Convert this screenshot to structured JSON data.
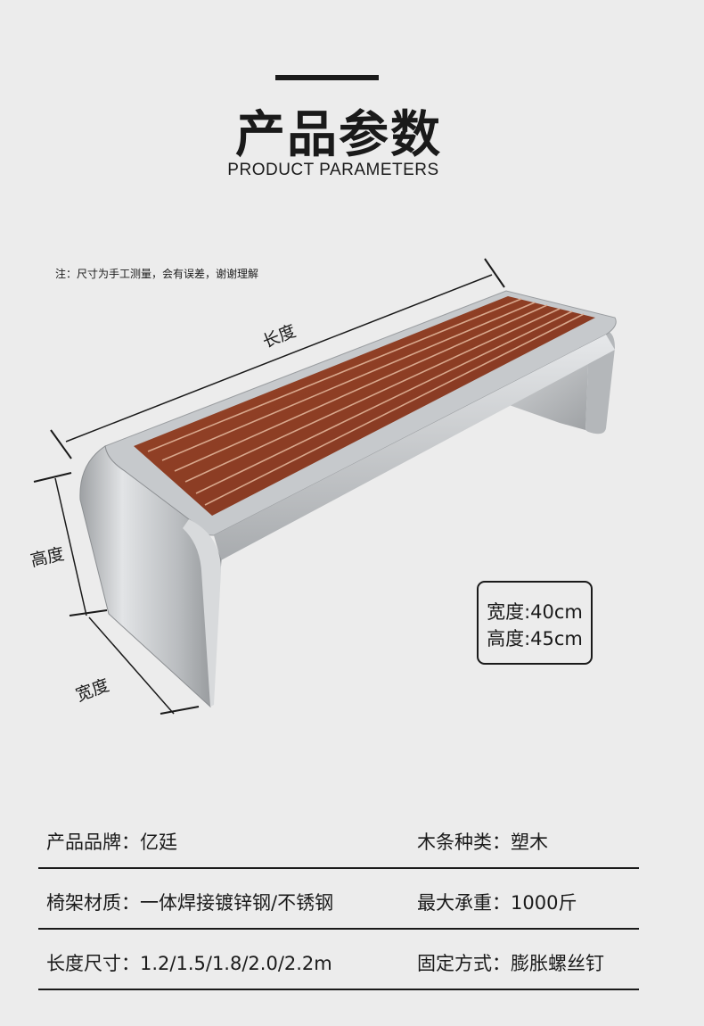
{
  "header": {
    "title": "产品参数",
    "subtitle": "PRODUCT PARAMETERS"
  },
  "note": "注：尺寸为手工测量，会有误差，谢谢理解",
  "dimensions": {
    "length_label": "长度",
    "height_label": "高度",
    "width_label": "宽度"
  },
  "spec_box": {
    "width_line": "宽度:40cm",
    "height_line": "高度:45cm"
  },
  "params": [
    {
      "left_label": "产品品牌：",
      "left_value": "亿廷",
      "right_label": "木条种类：",
      "right_value": "塑木"
    },
    {
      "left_label": "椅架材质：",
      "left_value": "一体焊接镀锌钢/不锈钢",
      "right_label": "最大承重：",
      "right_value": "1000斤"
    },
    {
      "left_label": "长度尺寸：",
      "left_value": "1.2/1.5/1.8/2.0/2.2m",
      "right_label": "固定方式：",
      "right_value": "膨胀螺丝钉"
    }
  ],
  "colors": {
    "wood": "#8a3b22",
    "steel": "#c9cbcd",
    "background": "#ececec"
  }
}
